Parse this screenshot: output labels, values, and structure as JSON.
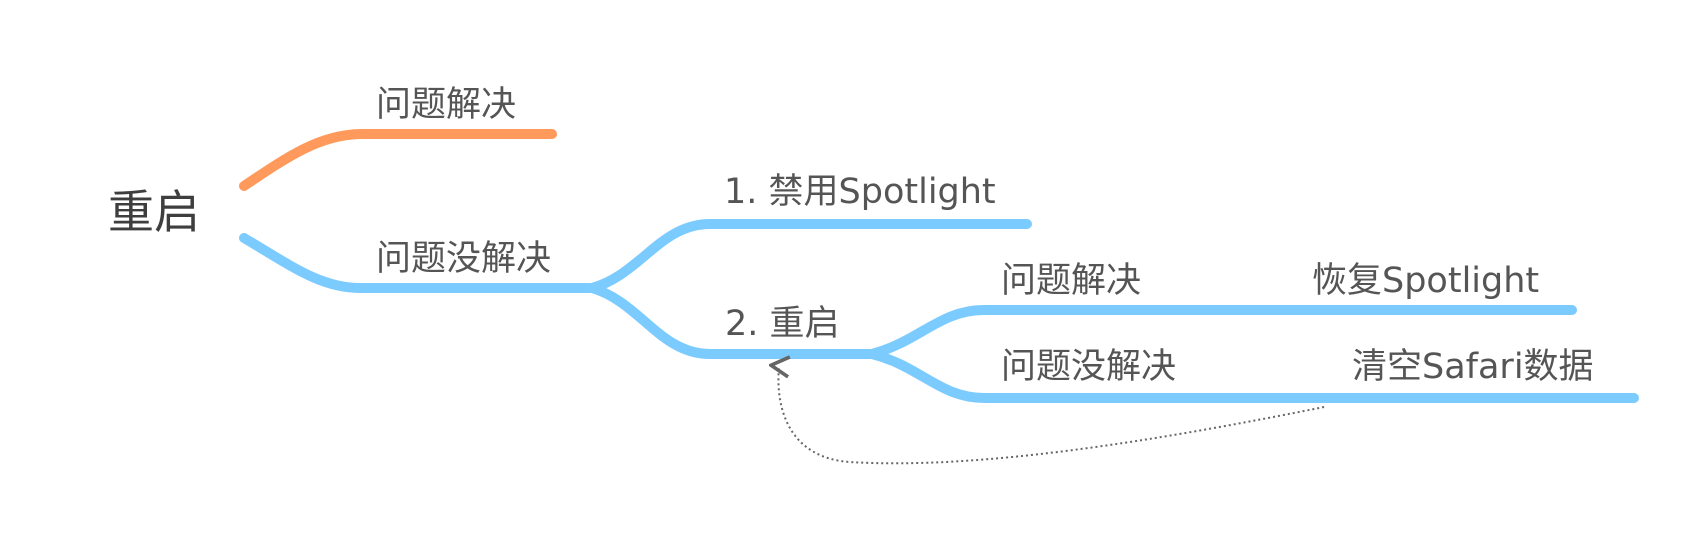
{
  "colors": {
    "solved_branch": "#ff9a5c",
    "unsolved_branch": "#7ccbff",
    "text": "#555555",
    "root_text": "#3e3e3e",
    "relation_line": "#666666"
  },
  "root": {
    "label": "重启"
  },
  "branches": {
    "solved": {
      "label": "问题解决"
    },
    "unsolved": {
      "label": "问题没解决",
      "children": {
        "disable_spotlight": {
          "label": "1. 禁用Spotlight"
        },
        "restart": {
          "label": "2. 重启",
          "children": {
            "solved": {
              "label": "问题解决",
              "action": "恢复Spotlight"
            },
            "unsolved": {
              "label": "问题没解决",
              "action": "清空Safari数据"
            }
          }
        }
      }
    }
  }
}
